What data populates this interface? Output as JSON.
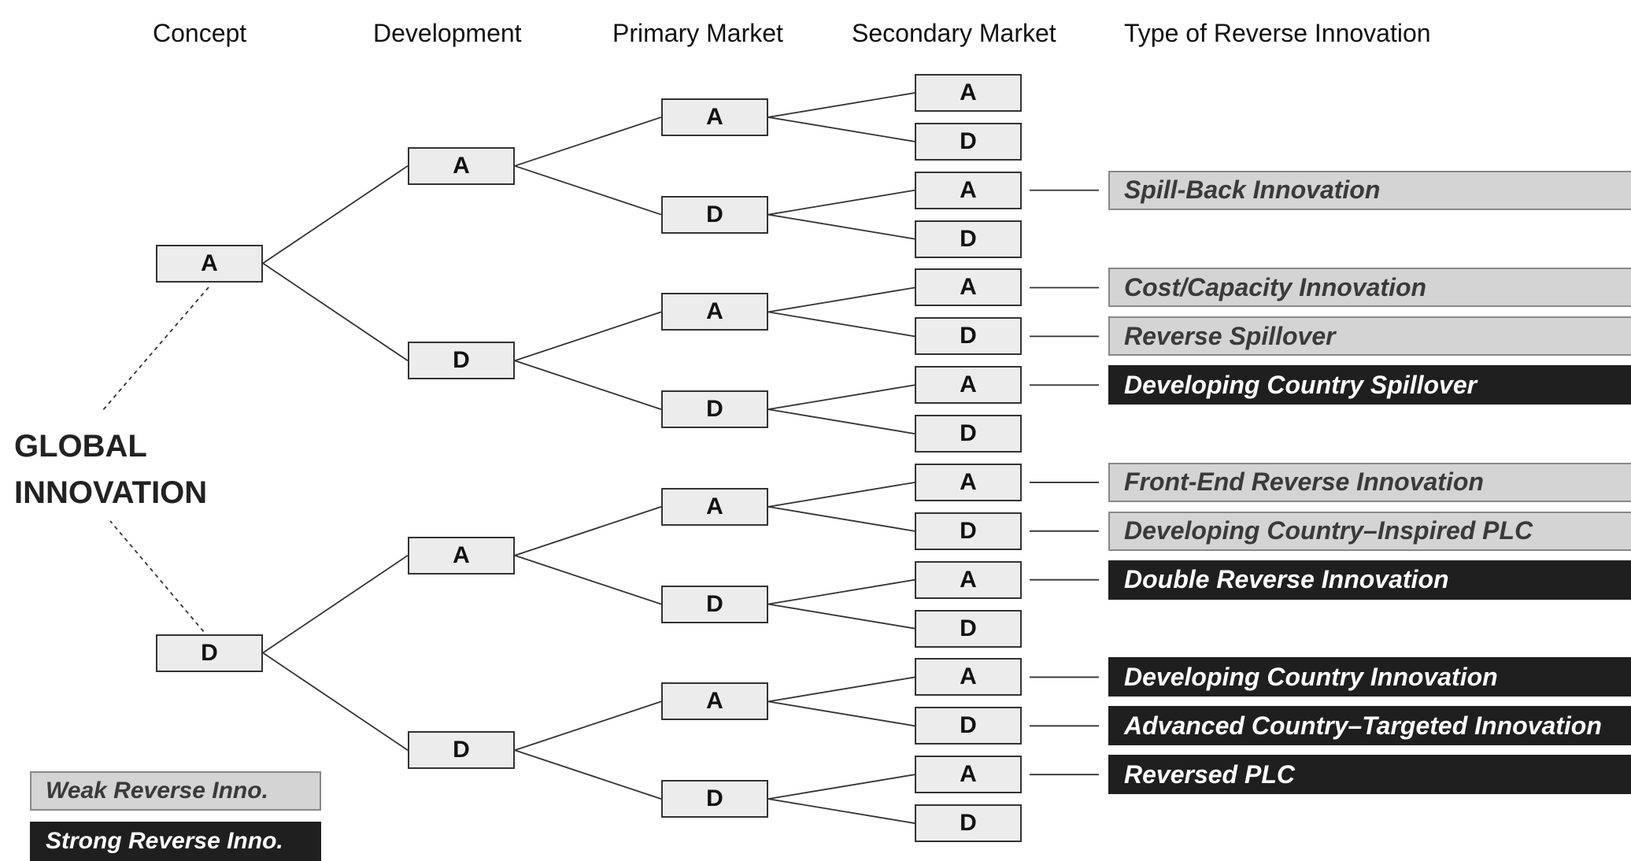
{
  "headers": {
    "concept": "Concept",
    "development": "Development",
    "primary_market": "Primary Market",
    "secondary_market": "Secondary Market",
    "type": "Type of Reverse Innovation"
  },
  "root": {
    "line1": "GLOBAL",
    "line2": "INNOVATION"
  },
  "concept": [
    "A",
    "D"
  ],
  "development": [
    "A",
    "D",
    "A",
    "D"
  ],
  "primary": [
    "A",
    "D",
    "A",
    "D",
    "A",
    "D",
    "A",
    "D"
  ],
  "secondary": [
    "A",
    "D",
    "A",
    "D",
    "A",
    "D",
    "A",
    "D",
    "A",
    "D",
    "A",
    "D",
    "A",
    "D",
    "A",
    "D"
  ],
  "types": [
    {
      "slot": 2,
      "text": "Spill-Back Innovation",
      "strength": "weak"
    },
    {
      "slot": 4,
      "text": "Cost/Capacity Innovation",
      "strength": "weak"
    },
    {
      "slot": 5,
      "text": "Reverse Spillover",
      "strength": "weak"
    },
    {
      "slot": 6,
      "text": "Developing Country Spillover",
      "strength": "strong"
    },
    {
      "slot": 8,
      "text": "Front-End Reverse Innovation",
      "strength": "weak"
    },
    {
      "slot": 9,
      "text": "Developing Country–Inspired PLC",
      "strength": "weak"
    },
    {
      "slot": 10,
      "text": "Double Reverse Innovation",
      "strength": "strong"
    },
    {
      "slot": 12,
      "text": "Developing Country Innovation",
      "strength": "strong"
    },
    {
      "slot": 13,
      "text": "Advanced Country–Targeted Innovation",
      "strength": "strong"
    },
    {
      "slot": 14,
      "text": "Reversed PLC",
      "strength": "strong"
    }
  ],
  "legend": {
    "weak": "Weak Reverse Inno.",
    "strong": "Strong Reverse Inno."
  },
  "colors": {
    "node_fill": "#ececec",
    "weak_fill": "#d4d4d4",
    "strong_fill": "#1f1f1f"
  }
}
